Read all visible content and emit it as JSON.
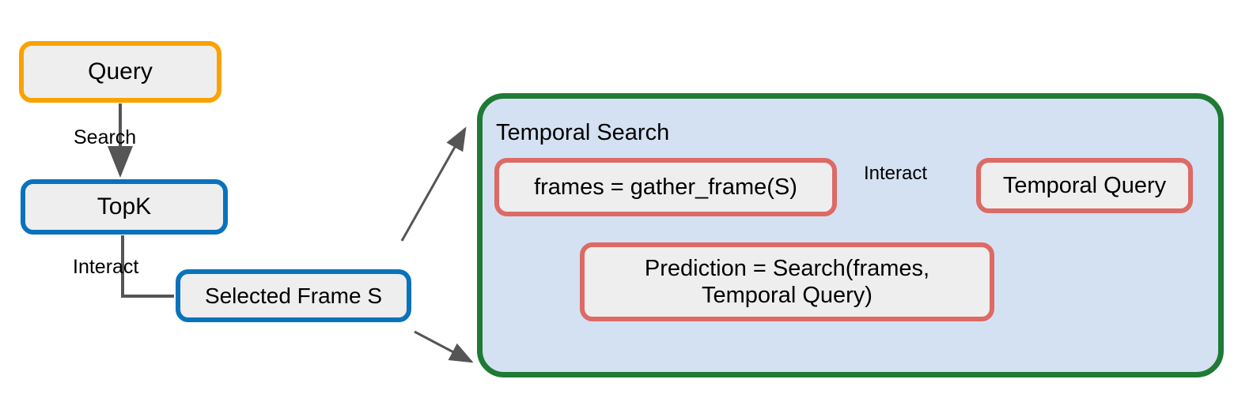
{
  "diagram": {
    "type": "flowchart",
    "background": "#ffffff",
    "palette": {
      "node_fill": "#eeeeee",
      "query_border": "#FAA200",
      "topk_border": "#0A72BD",
      "selected_frame_border": "#0A72BD",
      "panel_fill": "#d4e1f2",
      "panel_border": "#1F7A34",
      "inner_node_border": "#DD6A65",
      "edge_stroke": "#555555",
      "text": "#000000"
    },
    "nodes": {
      "query": "Query",
      "topk": "TopK",
      "selected_frame": "Selected Frame S",
      "frames": "frames = gather_frame(S)",
      "temporal_query": "Temporal Query",
      "prediction": "Prediction = Search(frames,\nTemporal Query)"
    },
    "panel": {
      "title": "Temporal Search"
    },
    "edge_labels": {
      "search": "Search",
      "interact_left": "Interact",
      "interact_right": "Interact"
    }
  }
}
